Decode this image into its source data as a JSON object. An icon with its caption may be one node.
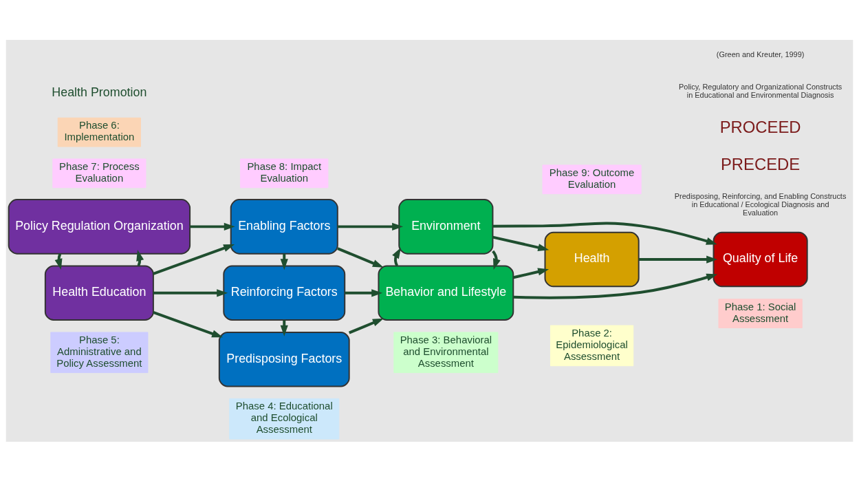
{
  "diagram": {
    "nodes": [
      {
        "text": [
          "Phase 5: Administrative and Policy Assessment"
        ]
      },
      {
        "text": [
          "Phase 4: Educational and Ecological Assessment"
        ]
      },
      {
        "text": [
          "Phase 3: Behavioral and Environmental Assessment"
        ]
      },
      {
        "text": [
          "Phase 2: Epidemiological Assessment"
        ]
      },
      {
        "text": [
          "Phase 1: Social Assessment"
        ]
      },
      {
        "text": [
          "Predisposing Factors"
        ]
      },
      {
        "text": [
          "Health Education"
        ]
      },
      {
        "text": [
          "Reinforcing Factors"
        ]
      },
      {
        "text": [
          "Behavior and Lifestyle"
        ]
      },
      {
        "text": [
          "Health"
        ]
      },
      {
        "text": [
          "Quality of Life"
        ]
      },
      {
        "text": [
          "Policy Regulation Organization"
        ]
      },
      {
        "text": [
          "Enabling Factors"
        ]
      },
      {
        "text": [
          "Environment"
        ]
      },
      {
        "text": [
          "Phase 7: Process Evaluation"
        ]
      },
      {
        "text": [
          "Phase 6: Implementation"
        ]
      },
      {
        "text": [
          "Phase 8: Impact Evaluation"
        ]
      },
      {
        "text": [
          "Phase 9: Outcome Evaluation"
        ]
      }
    ],
    "edges": [
      {
        "from": 6,
        "to": 5,
        "arrow": "to"
      },
      {
        "from": 6,
        "to": 7,
        "arrow": "to"
      },
      {
        "from": 6,
        "to": 12,
        "arrow": "to"
      },
      {
        "from": 6,
        "to": 11,
        "arrow": "to"
      },
      {
        "from": 11,
        "to": 6,
        "arrow": "to"
      },
      {
        "from": 11,
        "to": 12,
        "arrow": "to"
      },
      {
        "from": 7,
        "to": 5,
        "arrow": "to"
      },
      {
        "from": 12,
        "to": 7,
        "arrow": "to"
      },
      {
        "from": 5,
        "to": 8,
        "arrow": "to"
      },
      {
        "from": 7,
        "to": 8,
        "arrow": "to"
      },
      {
        "from": 12,
        "to": 8,
        "arrow": "to"
      },
      {
        "from": 12,
        "to": 13,
        "arrow": "to"
      },
      {
        "from": 13,
        "to": 8,
        "arrow": "to"
      },
      {
        "from": 8,
        "to": 13,
        "arrow": "to"
      },
      {
        "from": 8,
        "to": 9,
        "arrow": "to"
      },
      {
        "from": 13,
        "to": 9,
        "arrow": "to"
      },
      {
        "from": 8,
        "to": 10,
        "arrow": "to"
      },
      {
        "from": 9,
        "to": 10,
        "arrow": "to"
      },
      {
        "from": 13,
        "to": 10,
        "arrow": "to"
      }
    ],
    "labels": [
      "Predisposing, Reinforcing, and Enabling Constructs in Educational / Ecological Diagnosis and Evaluation",
      "PRECEDE",
      "Health Promotion",
      "PROCEED",
      "Policy, Regulatory and Organizational Constructs in Educational and Environmental Diagnosis",
      "(Green and Kreuter, 1999)"
    ]
  }
}
